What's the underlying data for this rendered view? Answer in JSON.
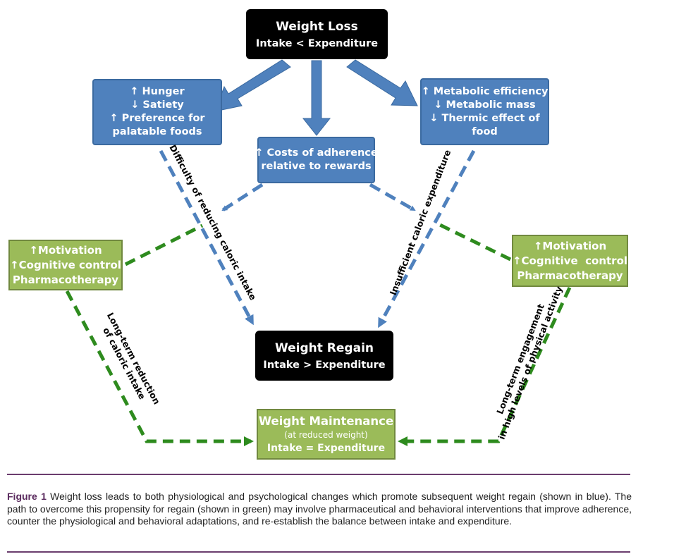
{
  "nodes": {
    "weight_loss": {
      "title": "Weight Loss",
      "subtitle": "Intake < Expenditure"
    },
    "psych_changes": {
      "lines": [
        "↑ Hunger",
        "↓ Satiety",
        "↑ Preference for",
        "palatable foods"
      ]
    },
    "adherence_costs": {
      "lines": [
        "↑ Costs of adherence",
        "relative to rewards"
      ]
    },
    "metabolic_changes": {
      "lines": [
        "↑ Metabolic efficiency",
        "↓ Metabolic mass",
        "↓ Thermic effect of",
        "food"
      ]
    },
    "left_intervention": {
      "lines": [
        "↑Motivation",
        "↑Cognitive control",
        "Pharmacotherapy"
      ]
    },
    "right_intervention": {
      "lines": [
        "↑Motivation",
        "↑Cognitive  control",
        "Pharmacotherapy"
      ]
    },
    "weight_regain": {
      "title": "Weight Regain",
      "subtitle": "Intake > Expenditure"
    },
    "weight_maintenance": {
      "title": "Weight Maintenance",
      "note": "(at reduced weight)",
      "subtitle": "Intake = Expenditure"
    }
  },
  "edge_labels": {
    "difficulty": "Difficulty of reducing caloric intake",
    "insufficient": "Insufficient caloric expenditure",
    "left_green": [
      "Long-term reduction",
      "of caloric intake"
    ],
    "right_green": [
      "Long-term engagement",
      "in high levels of physical activity"
    ]
  },
  "caption": {
    "label": "Figure 1",
    "text": " Weight loss leads to both physiological and psychological changes which promote subsequent weight regain (shown in blue). The path to overcome this propensity for regain (shown in green) may involve pharmaceutical and behavioral interventions that improve adherence, counter the physiological and behavioral adaptations, and re-establish the balance between intake and expenditure."
  },
  "colors": {
    "blue_path": "#4f81bd",
    "green_path": "#2e8b1e",
    "box_blue": "#4f81bd",
    "box_green": "#9bbb59",
    "box_black": "#000000",
    "rule": "#6b3d6e"
  }
}
